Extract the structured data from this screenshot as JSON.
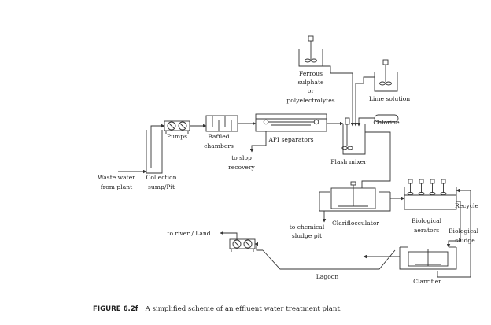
{
  "labels": {
    "ferrous": [
      "Ferrous",
      "sulphate",
      "or",
      "polyelectrolytes"
    ],
    "lime": "Lime solution",
    "chlorine": "Chlorine",
    "pumps": "Pumps",
    "baffled": [
      "Baffled",
      "chambers"
    ],
    "api": "API separators",
    "slop": [
      "to slop",
      "recovery"
    ],
    "flash": "Flash mixer",
    "waste": [
      "Waste water",
      "from plant"
    ],
    "collection": [
      "Collection",
      "sump/Pit"
    ],
    "recycle": "Recycle",
    "chem_sludge": [
      "to chemical",
      "sludge pit"
    ],
    "clarifloc": "Clariflocculator",
    "bio_aerators": [
      "Biological",
      "aerators"
    ],
    "bio_sludge": [
      "Biological",
      "sludge"
    ],
    "river": "to river / Land",
    "lagoon": "Lagoon",
    "clarifier": "Clarrifier"
  },
  "caption": {
    "number": "FIGURE 6.2f",
    "text": "A simplified scheme of an effluent water treatment plant."
  }
}
